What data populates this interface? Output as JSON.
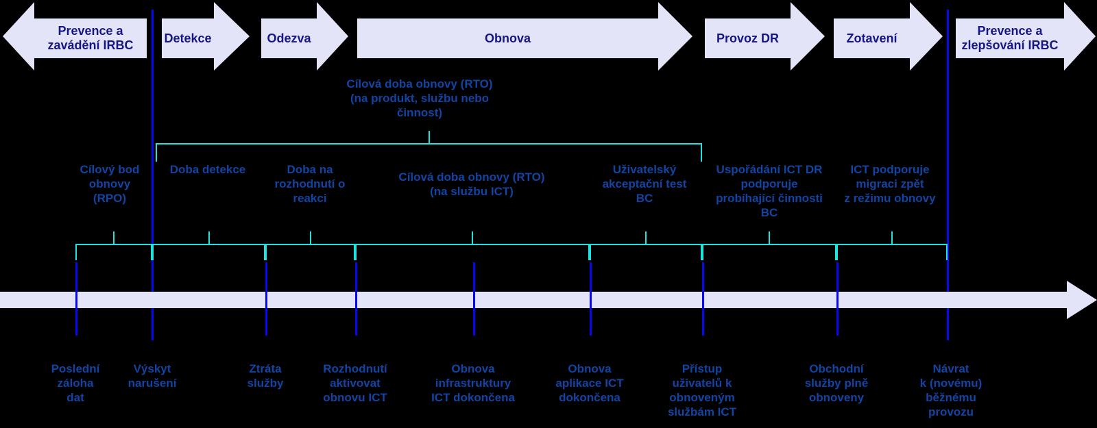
{
  "colors": {
    "bg": "#000000",
    "arrow_fill": "#E4E4F8",
    "navy_text": "#161685",
    "blue_text": "#1244A4",
    "line_blue": "#0707F0",
    "cyan": "#1FE3DF"
  },
  "phases": [
    {
      "label": "Prevence a\nzavádění IRBC",
      "direction": "left"
    },
    {
      "label": "Detekce",
      "direction": "right"
    },
    {
      "label": "Odezva",
      "direction": "right"
    },
    {
      "label": "Obnova",
      "direction": "right"
    },
    {
      "label": "Provoz DR",
      "direction": "right"
    },
    {
      "label": "Zotavení",
      "direction": "right"
    },
    {
      "label": "Prevence a\nzlepšování IRBC",
      "direction": "right"
    }
  ],
  "top_duration": {
    "label": "Cílová doba obnovy (RTO)\n(na produkt, službu nebo\nčinnost)"
  },
  "durations": [
    {
      "label": "Cílový bod\nobnovy\n(RPO)"
    },
    {
      "label": "Doba detekce"
    },
    {
      "label": "Doba na\nrozhodnutí o\nreakci"
    },
    {
      "label": "Cílová doba obnovy (RTO)\n(na službu ICT)"
    },
    {
      "label": "Uživatelský\nakceptační test\nBC"
    },
    {
      "label": "Uspořádání ICT DR\npodporuje\nprobíhající činnosti\nBC"
    },
    {
      "label": "ICT podporuje\nmigraci zpět\nz režimu obnovy"
    }
  ],
  "events": [
    {
      "label": "Poslední\nzáloha\ndat"
    },
    {
      "label": "Výskyt\nnarušení"
    },
    {
      "label": "Ztráta\nslužby"
    },
    {
      "label": "Rozhodnutí\naktivovat\nobnovu ICT"
    },
    {
      "label": "Obnova\ninfrastruktury\nICT dokončena"
    },
    {
      "label": "Obnova\naplikace ICT\ndokončena"
    },
    {
      "label": "Přístup\nuživatelů k\nobnoveným\nslužbám ICT"
    },
    {
      "label": "Obchodní\nslužby plně\nobnoveny"
    },
    {
      "label": "Návrat\nk (novému)\nběžnému\nprovozu"
    }
  ]
}
